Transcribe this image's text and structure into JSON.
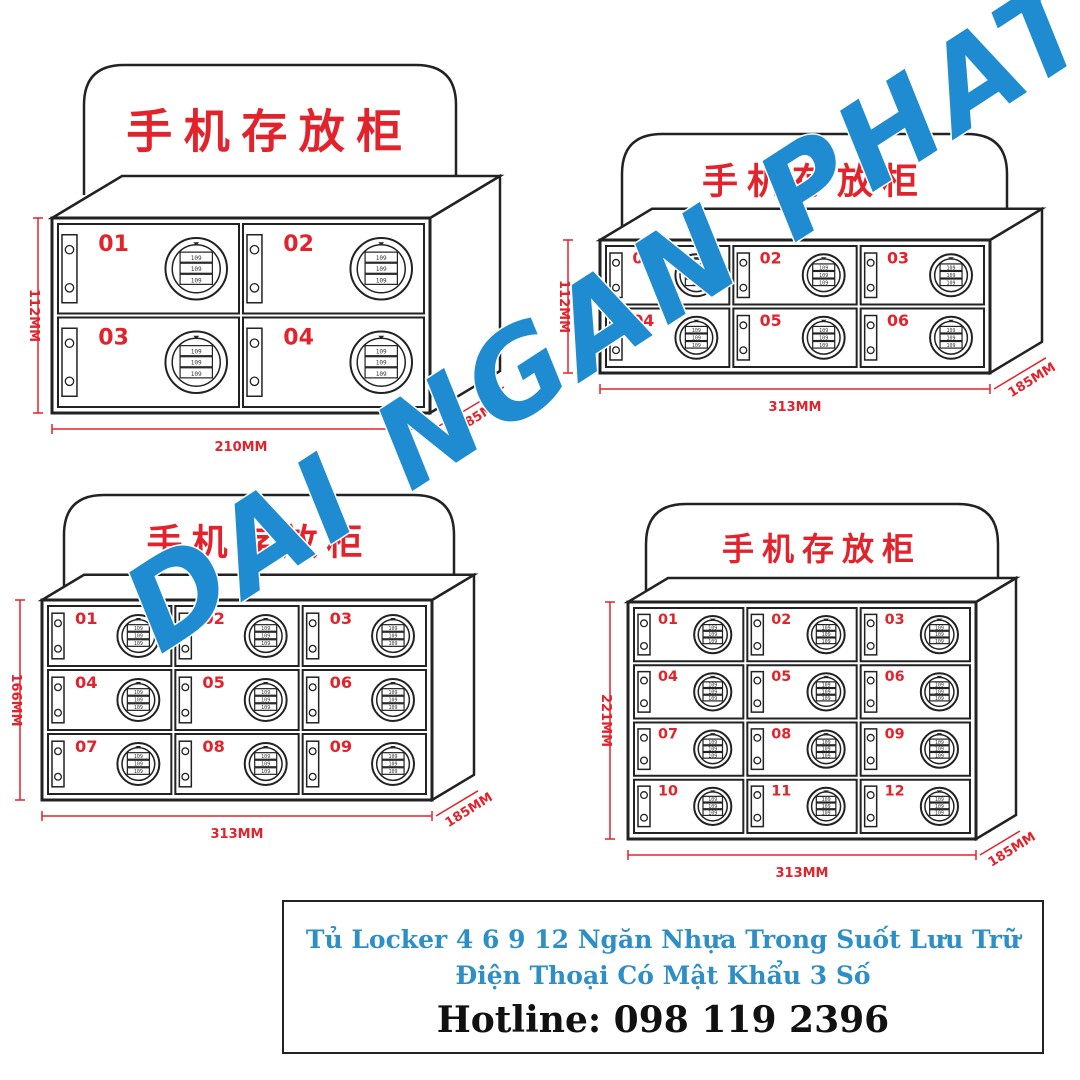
{
  "sign_label": "手机存放柜",
  "cabinets": [
    {
      "id": "cab4",
      "height_label": "112MM",
      "width_label": "210MM",
      "depth_label": "185MM",
      "compartments": [
        "01",
        "02",
        "03",
        "04"
      ]
    },
    {
      "id": "cab6",
      "height_label": "112MM",
      "width_label": "313MM",
      "depth_label": "185MM",
      "compartments": [
        "01",
        "02",
        "03",
        "04",
        "05",
        "06"
      ]
    },
    {
      "id": "cab9",
      "height_label": "166MM",
      "width_label": "313MM",
      "depth_label": "185MM",
      "compartments": [
        "01",
        "02",
        "03",
        "04",
        "05",
        "06",
        "07",
        "08",
        "09"
      ]
    },
    {
      "id": "cab12",
      "height_label": "221MM",
      "width_label": "313MM",
      "depth_label": "185MM",
      "compartments": [
        "01",
        "02",
        "03",
        "04",
        "05",
        "06",
        "07",
        "08",
        "09",
        "10",
        "11",
        "12"
      ]
    }
  ],
  "lock_code": "109",
  "watermark": "DAI NGAN PHAT",
  "watermark_color": "#1f8bd0",
  "accent_red": "#e3232c",
  "caption": {
    "line1": "Tủ Locker 4 6 9 12 Ngăn Nhựa Trong Suốt Lưu Trữ",
    "line2": "Điện Thoại Có Mật Khẩu 3 Số",
    "hotline": "Hotline: 098 119 2396"
  }
}
